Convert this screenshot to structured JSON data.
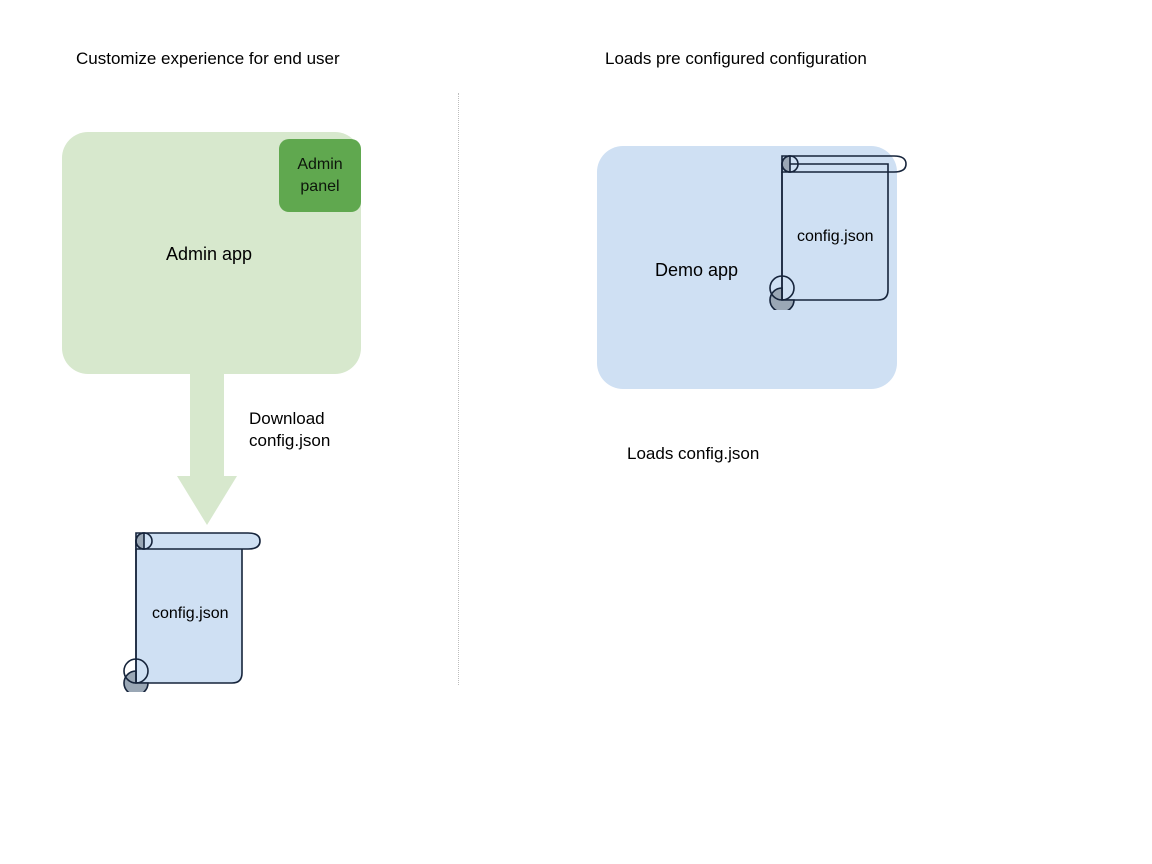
{
  "columns": {
    "left": {
      "heading": "Customize experience for end user",
      "app": {
        "label": "Admin app",
        "fill": "#d7e8cd"
      },
      "chip": {
        "line1": "Admin",
        "line2": "panel",
        "fill": "#60a84f"
      },
      "arrow": {
        "label_line1": "Download",
        "label_line2": "config.json",
        "fill": "#d7e8cd",
        "direction": "down"
      },
      "document": {
        "label": "config.json",
        "fill": "#cfe0f3",
        "stroke": "#16243b",
        "curl_fill": "#9aa7b5"
      }
    },
    "right": {
      "heading": "Loads pre configured configuration",
      "app": {
        "label": "Demo app",
        "fill": "#cfe0f3"
      },
      "document": {
        "label": "config.json",
        "fill": "none",
        "stroke": "#16243b",
        "curl_fill": "#9aa7b5"
      },
      "caption": "Loads config.json"
    }
  },
  "divider": {
    "style": "dotted",
    "color": "#bdbdbd"
  },
  "icons": {
    "scroll": "scroll-document-icon",
    "arrow": "down-arrow-icon"
  }
}
